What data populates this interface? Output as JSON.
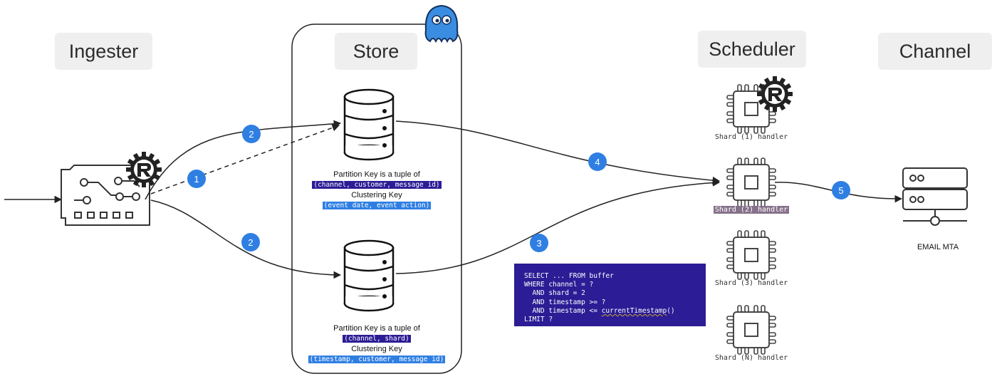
{
  "headers": {
    "ingester": "Ingester",
    "store": "Store",
    "scheduler": "Scheduler",
    "channel": "Channel"
  },
  "store_top": {
    "line1": "Partition Key is a tuple of",
    "key": "(channel, customer, message id)",
    "line2": "Clustering Key",
    "clustering": "(event date, event action)"
  },
  "store_bottom": {
    "line1": "Partition Key is a tuple of",
    "key": "(channel, shard)",
    "line2": "Clustering Key",
    "clustering": "(timestamp, customer, message id)"
  },
  "steps": {
    "s1": "1",
    "s2a": "2",
    "s2b": "2",
    "s3": "3",
    "s4": "4",
    "s5": "5"
  },
  "query": {
    "l1": "SELECT ... FROM buffer",
    "l2": "WHERE channel = ?",
    "l3": "  AND shard = 2",
    "l4": "  AND timestamp >= ?",
    "l5_pre": "  AND timestamp <= ",
    "l5_fn": "currentTimestamp",
    "l5_post": "()",
    "l6": "LIMIT ?"
  },
  "shards": {
    "s1": "Shard (1) handler",
    "s2": "Shard (2) handler",
    "s3": "Shard (3) handler",
    "sn": "Shard (N) handler"
  },
  "mta": {
    "label": "EMAIL MTA"
  },
  "colors": {
    "step_badge": "#2f7fe3",
    "partition_key_bg": "#2c1c95",
    "clustering_key_bg": "#2f7fe3",
    "shard_highlight": "#86718a",
    "header_bg": "#efefef",
    "mascot": "#3a8de0"
  },
  "icons": [
    "rust-logo-icon",
    "scylladb-mascot-icon",
    "database-icon",
    "chip-icon",
    "server-icon",
    "circuit-board-icon"
  ]
}
